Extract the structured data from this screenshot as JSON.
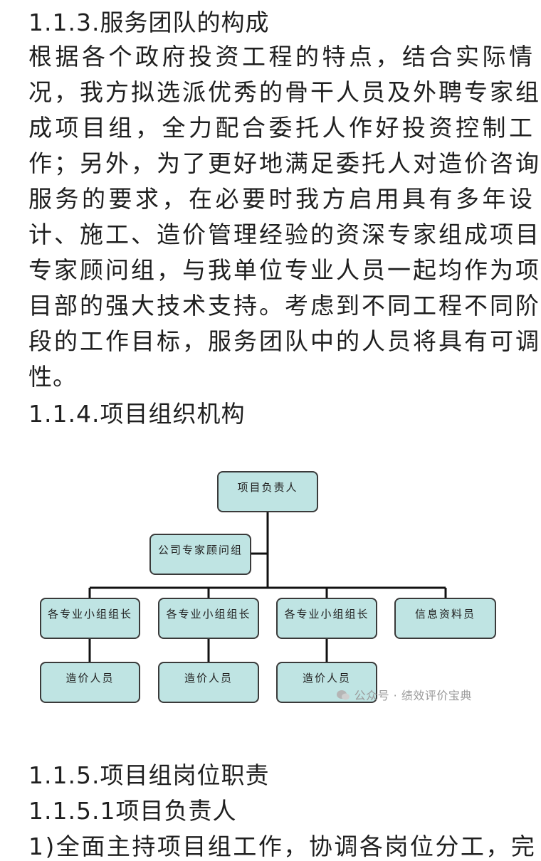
{
  "sections": {
    "s113_title": "1.1.3.服务团队的构成",
    "s113_lines": [
      "根据各个政府投资工程的特点，结合实际情",
      "况，我方拟选派优秀的骨干人员及外聘专家组",
      "成项目组，全力配合委托人作好投资控制工",
      "作；另外，为了更好地满足委托人对造价咨询",
      "服务的要求，在必要时我方启用具有多年设",
      "计、施工、造价管理经验的资深专家组成项目",
      "专家顾问组，与我单位专业人员一起均作为项",
      "目部的强大技术支持。考虑到不同工程不同阶",
      "段的工作目标，服务团队中的人员将具有可调",
      "性。"
    ],
    "s114_title": "1.1.4.项目组织机构",
    "s115_title": "1.1.5.项目组岗位职责",
    "s1151_title": "1.1.5.1项目负责人",
    "s1151_line1": "1)全面主持项目组工作，协调各岗位分工，完"
  },
  "org_chart": {
    "root": "项目负责人",
    "advisor": "公司专家顾问组",
    "leads": [
      "各专业小组组长",
      "各专业小组组长",
      "各专业小组组长"
    ],
    "info": "信息资料员",
    "staff": [
      "造价人员",
      "造价人员",
      "造价人员"
    ]
  },
  "watermark": "公众号 · 绩效评价宝典",
  "colors": {
    "box_fill": "#bfe4e3",
    "line": "#111111"
  }
}
